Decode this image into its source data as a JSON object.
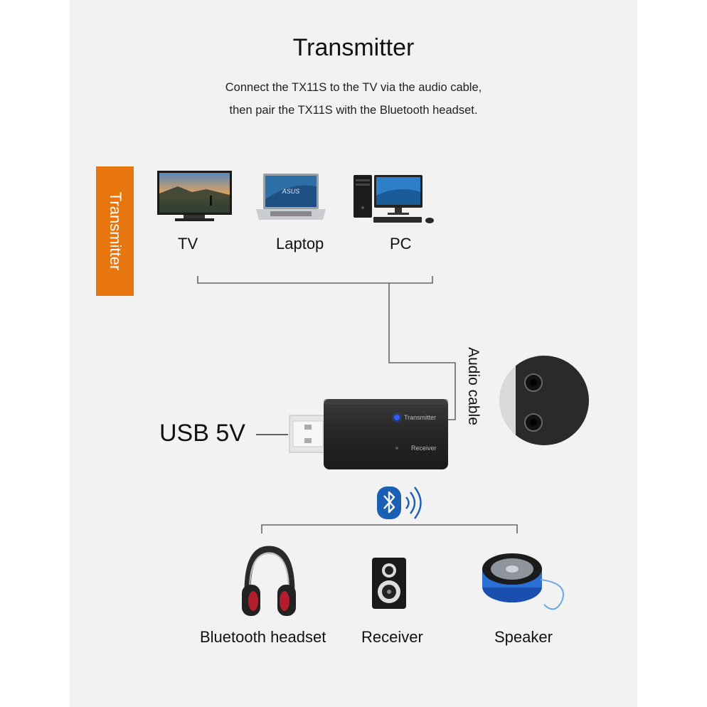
{
  "title": "Transmitter",
  "subtitle_line1": "Connect the TX11S to the TV via the audio cable,",
  "subtitle_line2": "then pair the TX11S with the Bluetooth headset.",
  "side_tab_label": "Transmitter",
  "sources": [
    {
      "label": "TV"
    },
    {
      "label": "Laptop"
    },
    {
      "label": "PC"
    }
  ],
  "laptop_brand": "ASUS",
  "audio_cable_label": "Audio cable",
  "usb_label": "USB 5V",
  "device": {
    "transmitter_led_label": "Transmitter",
    "receiver_led_label": "Receiver"
  },
  "outputs": [
    {
      "label": "Bluetooth headset"
    },
    {
      "label": "Receiver"
    },
    {
      "label": "Speaker"
    }
  ],
  "colors": {
    "accent": "#e8760f",
    "bluetooth": "#1a5fb4",
    "led": "#2b5cff"
  },
  "icons": {
    "bluetooth": "bluetooth-icon",
    "wireless": "wireless-waves-icon"
  }
}
